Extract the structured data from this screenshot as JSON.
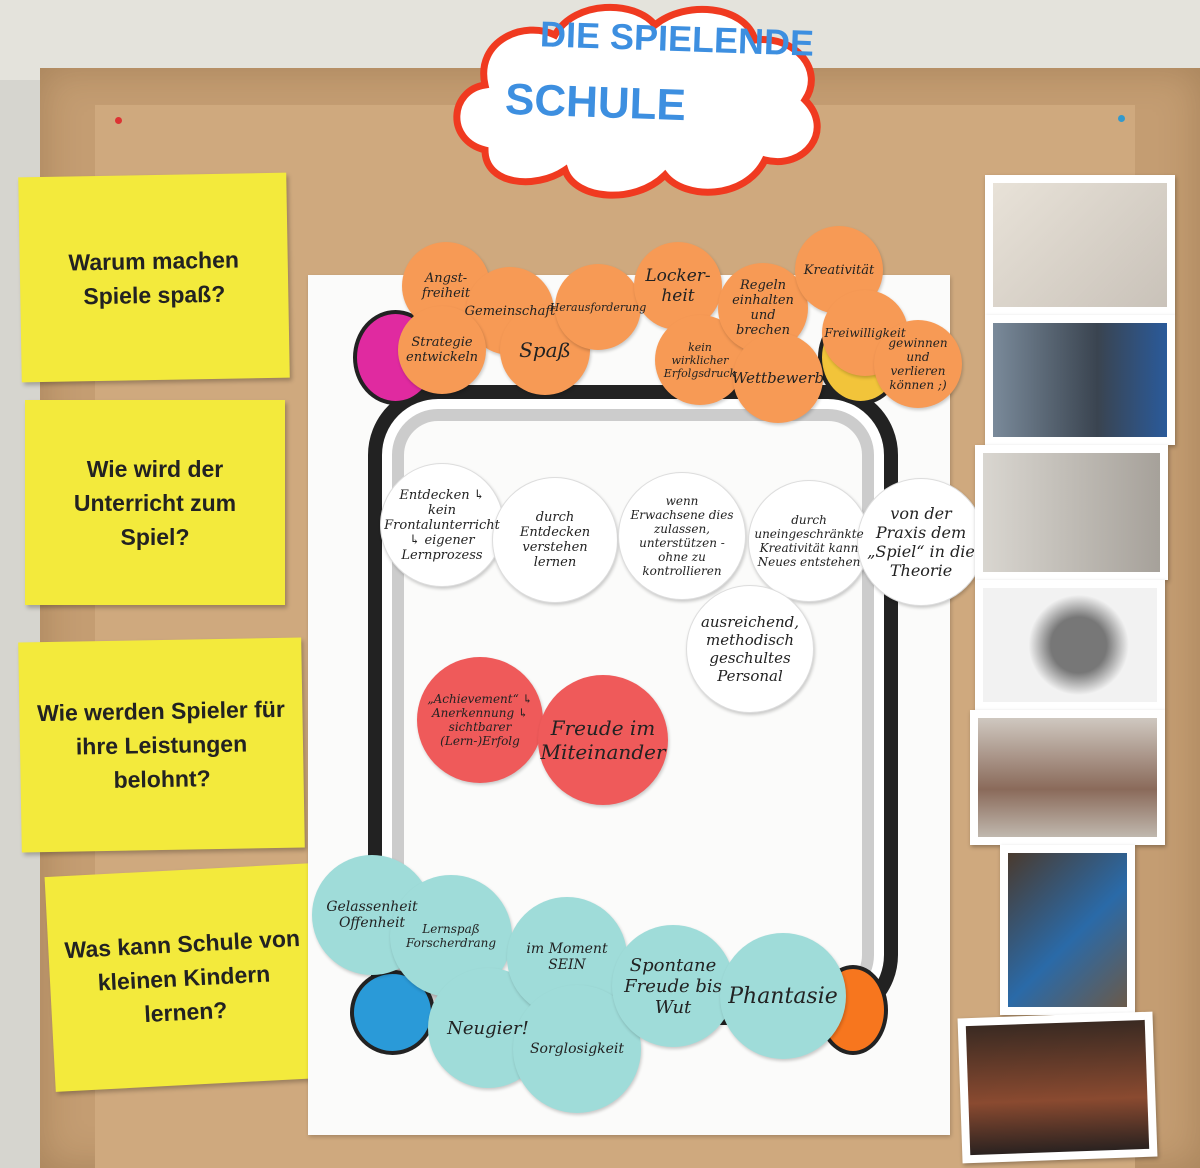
{
  "title": {
    "line1": "DIE SPIELENDE",
    "line2": "SCHULE"
  },
  "questions": [
    "Warum machen Spiele spaß?",
    "Wie wird der Unterricht zum Spiel?",
    "Wie werden Spieler für ihre Leistungen belohnt?",
    "Was kann Schule von kleinen Kindern lernen?"
  ],
  "orange_notes": [
    "Angst-freiheit",
    "Gemeinschaft",
    "Strategie entwickeln",
    "Spaß",
    "Herausforderung",
    "Locker-heit",
    "kein wirklicher Erfolgsdruck",
    "Regeln einhalten und brechen",
    "Wettbewerb",
    "Kreativität",
    "Freiwilligkeit",
    "gewinnen und verlieren können ;)"
  ],
  "white_notes": [
    "Entdecken ↳ kein Frontalunterricht ↳ eigener Lernprozess",
    "durch Entdecken verstehen lernen",
    "wenn Erwachsene dies zulassen, unterstützen - ohne zu kontrollieren",
    "durch uneingeschränkte Kreativität kann Neues entstehen",
    "von der Praxis dem „Spiel“ in die Theorie",
    "ausreichend, methodisch geschultes Personal"
  ],
  "red_notes": [
    "„Achievement“ ↳ Anerkennung ↳ sichtbarer (Lern-)Erfolg",
    "Freude im Miteinander"
  ],
  "blue_notes": [
    "Gelassenheit Offenheit",
    "Lernspaß Forscherdrang",
    "im Moment SEIN",
    "Neugier!",
    "Sorglosigkeit",
    "Spontane Freude bis Wut",
    "Phantasie"
  ],
  "colors": {
    "kraft": "#cfa97e",
    "yellow": "#f3ea3c",
    "orange": "#f79a55",
    "red": "#ef5a5a",
    "blue": "#9fdcd9",
    "cloud_border": "#f03a20",
    "title_blue": "#3d8fe0"
  }
}
